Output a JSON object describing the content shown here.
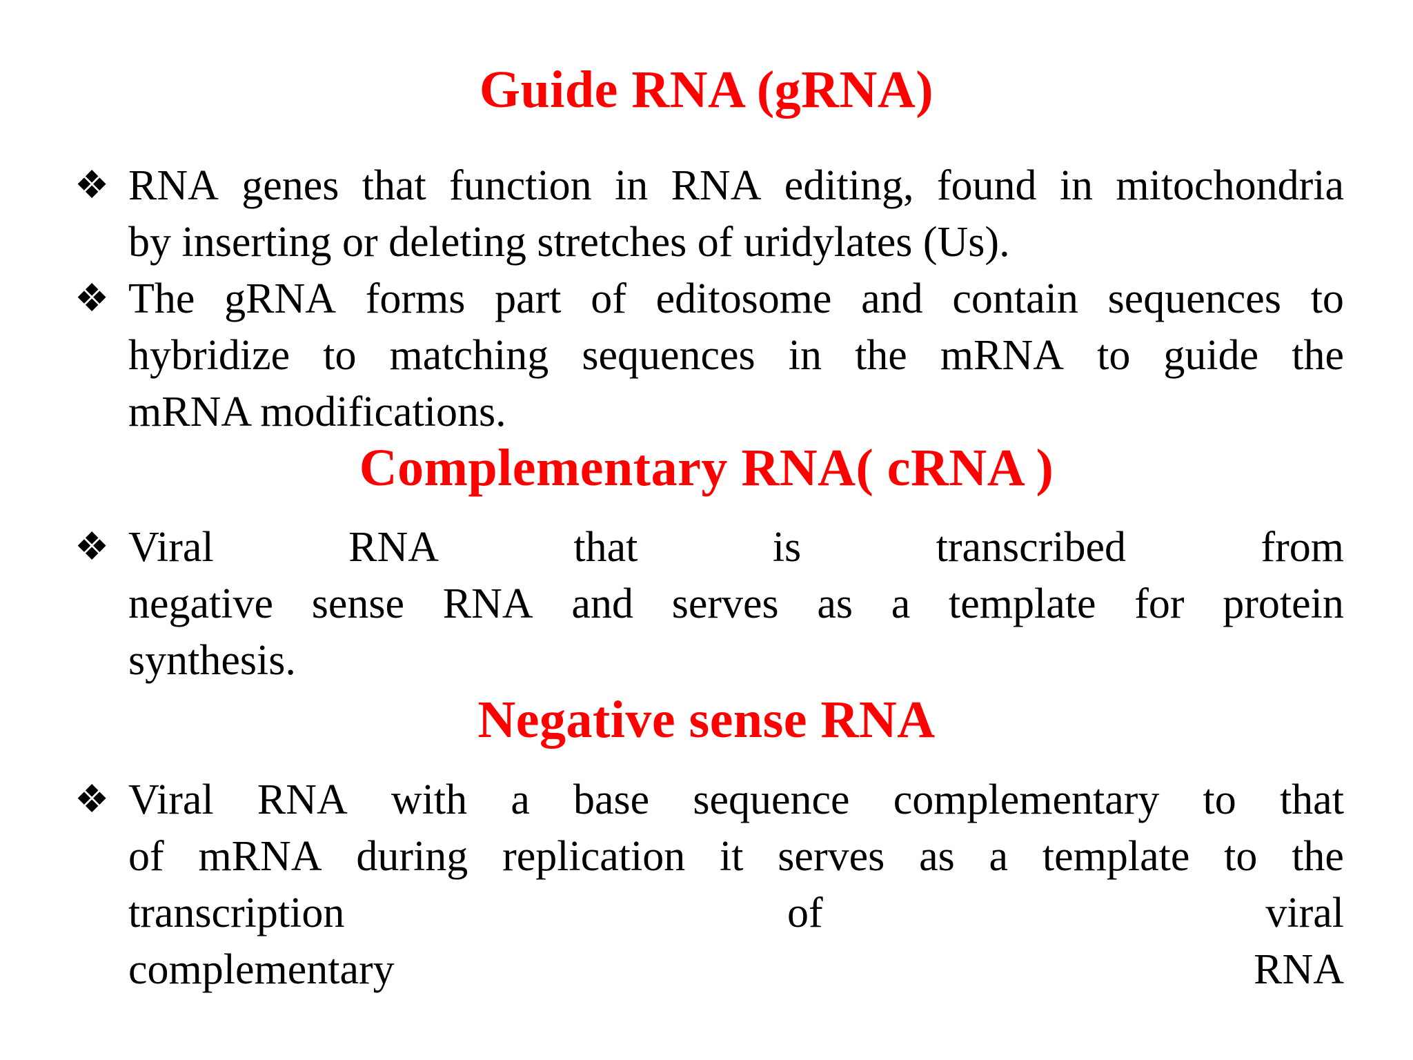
{
  "slide": {
    "background_color": "#FFFFFF",
    "heading_color": "#FF0000",
    "body_color": "#000000",
    "bullet_glyph": "❖"
  },
  "sections": [
    {
      "heading": "Guide RNA (gRNA)",
      "bullets": [
        {
          "lines": [
            "RNA genes that function in RNA editing, found in mitochondria",
            "by inserting or deleting stretches of uridylates (Us)."
          ],
          "text": "RNA genes that function in RNA editing, found in mitochondria by inserting or deleting stretches of uridylates (Us)."
        },
        {
          "lines": [
            "The gRNA forms part of editosome and contain sequences to",
            "hybridize to matching sequences in the mRNA to guide the",
            "mRNA modifications."
          ],
          "text": "The gRNA forms part of editosome and contain sequences to hybridize to matching sequences in the mRNA to guide the mRNA modifications."
        }
      ]
    },
    {
      "heading": "Complementary RNA( cRNA )",
      "bullets": [
        {
          "lines": [
            "Viral RNA that is transcribed from",
            "negative sense RNA and serves as a template for protein",
            "synthesis."
          ],
          "text": "Viral RNA that is transcribed from negative sense RNA and serves as a template for protein synthesis."
        }
      ]
    },
    {
      "heading": "Negative sense RNA",
      "bullets": [
        {
          "lines": [
            "Viral RNA with a base sequence complementary to that",
            "of mRNA during replication it serves as a template to the",
            "transcription of viral",
            "complementary RNA"
          ],
          "text": "Viral RNA with a base sequence complementary to that of mRNA during replication it serves as a template to the transcription of viral complementary RNA"
        }
      ]
    }
  ],
  "words": {
    "b1l1": [
      "RNA",
      "genes",
      "that",
      "function",
      "in",
      "RNA",
      "editing,",
      "found",
      "in",
      "mitochondria"
    ],
    "b1l2_text": "by inserting or deleting stretches of uridylates (Us).",
    "b2l1": [
      "The",
      "gRNA",
      "forms",
      "part",
      "of",
      "editosome",
      "and",
      "contain",
      "sequences",
      "to"
    ],
    "b2l2": [
      "hybridize",
      "to",
      "matching",
      "sequences",
      "in",
      "the",
      "mRNA",
      "to",
      "guide",
      "the"
    ],
    "b2l3_text": "mRNA modifications.",
    "b3l1": [
      "Viral",
      "RNA",
      "that",
      "is",
      "transcribed",
      "from"
    ],
    "b3l2": [
      "negative",
      "sense",
      "RNA",
      "and",
      "serves",
      "as",
      "a",
      "template",
      "for",
      "protein"
    ],
    "b3l3_text": "synthesis.",
    "b4l1": [
      "Viral",
      "RNA",
      "with",
      "a",
      "base",
      "sequence",
      "complementary",
      "to",
      "that"
    ],
    "b4l2": [
      "of",
      "mRNA",
      "during",
      "replication",
      "it",
      "serves",
      "as",
      "a",
      "template",
      "to",
      "the"
    ],
    "b4l3": [
      "transcription",
      "of",
      "viral"
    ],
    "b4l4": [
      "complementary",
      "RNA"
    ]
  }
}
